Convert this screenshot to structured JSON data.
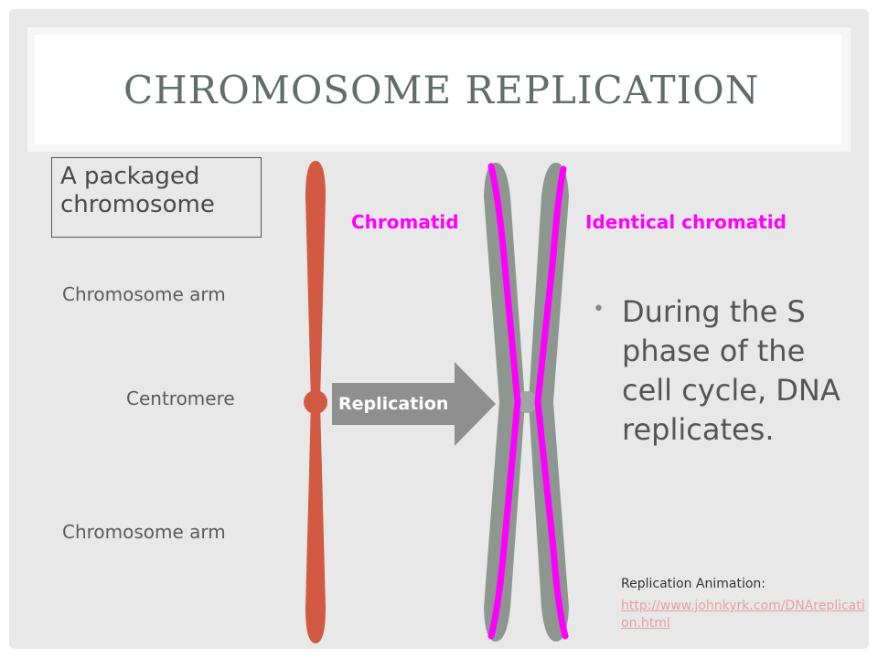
{
  "slide": {
    "title": "CHROMOSOME REPLICATION",
    "packaged_label": "A packaged chromosome",
    "arm_top_label": "Chromosome arm",
    "centromere_label": "Centromere",
    "arm_bottom_label": "Chromosome arm",
    "chromatid_label": "Chromatid",
    "identical_label": "Identical chromatid",
    "arrow_label": "Replication",
    "bullet_text": "During the S phase of the cell cycle, DNA replicates.",
    "animation_label": "Replication Animation:",
    "animation_link": "http://www.johnkyrk.com/DNAreplication.html"
  },
  "colors": {
    "chromosome": "#d25a42",
    "chromatid_gray": "#8e9690",
    "chromatid_pink": "#ff00ff",
    "arrow": "#8f8f8f",
    "title": "#5f6e69"
  }
}
